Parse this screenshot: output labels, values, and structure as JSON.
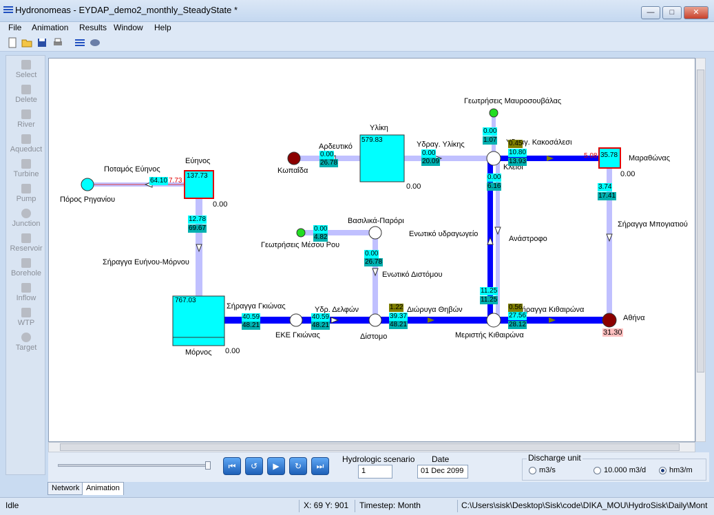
{
  "window": {
    "title": "Hydronomeas - EYDAP_demo2_monthly_SteadyState *"
  },
  "menu": [
    "File",
    "Animation",
    "Results",
    "Window",
    "Help"
  ],
  "palette": [
    "Select",
    "Delete",
    "River",
    "Aqueduct",
    "Turbine",
    "Pump",
    "Junction",
    "Reservoir",
    "Borehole",
    "Inflow",
    "WTP",
    "Target"
  ],
  "network": {
    "labels": {
      "potamos": "Ποταμός Εύηνος",
      "poros": "Πόρος Ρηγανίου",
      "evinos": "Εύηνος",
      "siraggaEvinou": "Σήραγγα Ευήνου-Μόρνου",
      "mornos": "Μόρνος",
      "siraggaGkionas": "Σήραγγα Γκιώνας",
      "ekeGkionas": "ΕΚΕ Γκιώνας",
      "ydrDelfon": "Υδρ. Δελφών",
      "distomo": "Δίστομο",
      "entikoDistomou": "Ενωτικό Διστόμου",
      "vasilika": "Βασιλικά-Παρόρι",
      "geotriseisMesou": "Γεωτρήσεις Μέσου Ρου",
      "kopaida": "Κωπαΐδα",
      "ardeytiko": "Αρδευτικό",
      "yliki": "Υλίκη",
      "ydragYlikis": "Υδραγ. Υλίκης",
      "geotriseisMavro": "Γεωτρήσεις Μαυροσουβάλας",
      "kleidi": "Κλειδί",
      "ydragKakosalesi": "Υδραγ. Κακοσάλεσι",
      "marathonas": "Μαραθώνας",
      "siraggaMpogiatiou": "Σήραγγα Μπογιατιού",
      "entikoYdragogeio": "Ενωτικό υδραγωγείο",
      "anastrofo": "Ανάστροφο",
      "diorygaThivon": "Διώρυγα Θηβών",
      "meristis": "Μεριστής Κιθαιρώνα",
      "siraggaKithairona": "Σήραγγα Κιθαιρώνα",
      "athina": "Αθήνα"
    },
    "values": {
      "rivEvinosA": "64.10",
      "rivEvinosB": "7.73",
      "evinosStore": "137.73",
      "evinosSpill": "0.00",
      "tunnelEvA": "12.78",
      "tunnelEvB": "69.67",
      "mornosStore": "767.03",
      "mornosSpill": "0.00",
      "gkionaA": "40.59",
      "gkionaB": "48.21",
      "delfonA": "40.59",
      "delfonB": "48.21",
      "diorygaO": "1.22",
      "diorygaA": "39.37",
      "diorygaB": "48.21",
      "distomoA": "0.00",
      "distomoB": "26.78",
      "mesouA": "0.00",
      "mesouB": "4.82",
      "ardA": "0.00",
      "ardB": "26.78",
      "ylikiStore": "579.83",
      "ylikiSpill": "0.00",
      "ydYlA": "0.00",
      "ydYlB": "20.09",
      "mavroA": "0.00",
      "mavroB": "1.07",
      "kakO": "0.45",
      "kakA": "10.80",
      "kakB": "13.93",
      "marStore": "35.78",
      "marRed": "5.08",
      "marSpill": "0.00",
      "mpogA": "3.74",
      "mpogB": "17.41",
      "anaA": "0.00",
      "anaB": "6.16",
      "entA": "11.25",
      "entB": "11.25",
      "kithO": "0.56",
      "kithA": "27.56",
      "kithB": "28.12",
      "athina": "31.30"
    }
  },
  "controls": {
    "scenario_label": "Hydrologic scenario",
    "scenario_value": "1",
    "date_label": "Date",
    "date_value": "01 Dec 2099",
    "discharge_label": "Discharge unit",
    "units": [
      "m3/s",
      "10.000 m3/d",
      "hm3/m"
    ],
    "selected_unit": "hm3/m",
    "nav_icons": [
      "first-icon",
      "back-icon",
      "play-icon",
      "forward-icon",
      "last-icon"
    ]
  },
  "tabs": [
    "Network",
    "Animation"
  ],
  "status": {
    "state": "Idle",
    "coords": "X: 69 Y: 901",
    "timestep": "Timestep: Month",
    "path": "C:\\Users\\sisk\\Desktop\\Sisk\\code\\DIKA_MOU\\HydroSisk\\Daily\\Mont"
  },
  "colors": {
    "cyan": "#00ffff",
    "teal": "#00b0b0",
    "olive": "#7f7f00",
    "aqueduct": "#0000ff",
    "river": "#c0c0ff"
  }
}
